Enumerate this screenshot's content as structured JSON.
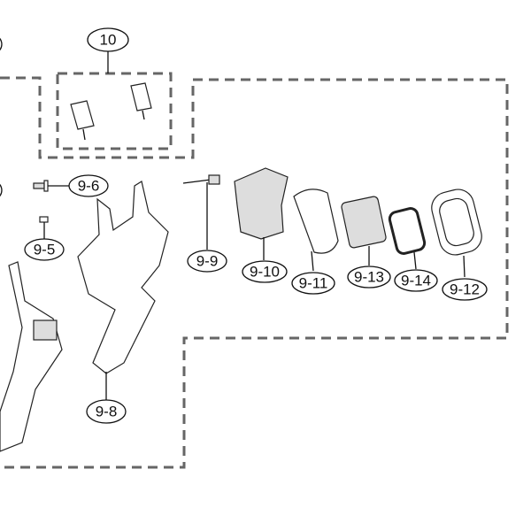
{
  "diagram": {
    "callouts": [
      {
        "id": "10",
        "label": "10"
      },
      {
        "id": "9-6",
        "label": "9-6"
      },
      {
        "id": "9-5",
        "label": "9-5"
      },
      {
        "id": "9-9",
        "label": "9-9"
      },
      {
        "id": "9-10",
        "label": "9-10"
      },
      {
        "id": "9-11",
        "label": "9-11"
      },
      {
        "id": "9-13",
        "label": "9-13"
      },
      {
        "id": "9-14",
        "label": "9-14"
      },
      {
        "id": "9-12",
        "label": "9-12"
      },
      {
        "id": "9-8",
        "label": "9-8"
      }
    ]
  }
}
